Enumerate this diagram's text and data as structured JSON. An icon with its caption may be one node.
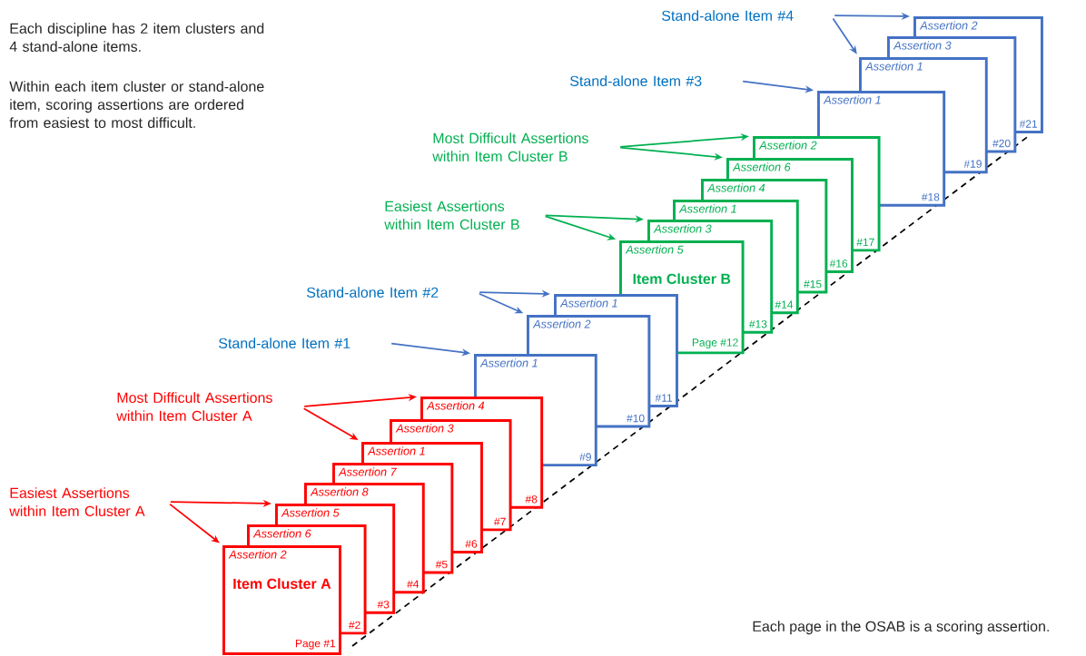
{
  "diagram": {
    "nodes": [
      {
        "text": [
          "Assertion 2",
          "Item Cluster A",
          "Page #1"
        ]
      },
      {
        "text": [
          "Assertion 6",
          "#2"
        ]
      },
      {
        "text": [
          "Assertion 5",
          "#3"
        ]
      },
      {
        "text": [
          "Assertion 8",
          "#4"
        ]
      },
      {
        "text": [
          "Assertion 7",
          "#5"
        ]
      },
      {
        "text": [
          "Assertion 1",
          "#6"
        ]
      },
      {
        "text": [
          "Assertion 3",
          "#7"
        ]
      },
      {
        "text": [
          "Assertion 4",
          "#8"
        ]
      },
      {
        "text": [
          "Assertion 1",
          "#9"
        ]
      },
      {
        "text": [
          "Assertion 2",
          "#10"
        ]
      },
      {
        "text": [
          "Assertion 1",
          "#11"
        ]
      },
      {
        "text": [
          "Assertion 5",
          "Item Cluster B",
          "Page #12"
        ]
      },
      {
        "text": [
          "Assertion 3",
          "#13"
        ]
      },
      {
        "text": [
          "Assertion 1",
          "#14"
        ]
      },
      {
        "text": [
          "Assertion 4",
          "#15"
        ]
      },
      {
        "text": [
          "Assertion 6",
          "#16"
        ]
      },
      {
        "text": [
          "Assertion 2",
          "#17"
        ]
      },
      {
        "text": [
          "Assertion 1",
          "#18"
        ]
      },
      {
        "text": [
          "Assertion 1",
          "#19"
        ]
      },
      {
        "text": [
          "Assertion 3",
          "#20"
        ]
      },
      {
        "text": [
          "Assertion 2",
          "#21"
        ]
      },
      {
        "text": [
          "Easiest Assertions within Item Cluster A"
        ]
      },
      {
        "text": [
          "Most Difficult Assertions within Item Cluster A"
        ]
      },
      {
        "text": [
          "Stand-alone Item #1"
        ]
      },
      {
        "text": [
          "Stand-alone Item #2"
        ]
      },
      {
        "text": [
          "Easiest Assertions within Item Cluster B"
        ]
      },
      {
        "text": [
          "Most Difficult Assertions within Item Cluster B"
        ]
      },
      {
        "text": [
          "Stand-alone Item #3"
        ]
      },
      {
        "text": [
          "Stand-alone Item #4"
        ]
      }
    ],
    "edges": [
      {
        "from": 21,
        "to": 2,
        "arrow": "to",
        "color": "#ff0000"
      },
      {
        "from": 21,
        "to": 0,
        "arrow": "to",
        "color": "#ff0000"
      },
      {
        "from": 22,
        "to": 7,
        "arrow": "to",
        "color": "#ff0000"
      },
      {
        "from": 22,
        "to": 5,
        "arrow": "to",
        "color": "#ff0000"
      },
      {
        "from": 23,
        "to": 8,
        "arrow": "to"
      },
      {
        "from": 24,
        "to": 10,
        "arrow": "to"
      },
      {
        "from": 24,
        "to": 9,
        "arrow": "to"
      },
      {
        "from": 25,
        "to": 12,
        "arrow": "to",
        "color": "#00b050"
      },
      {
        "from": 25,
        "to": 11,
        "arrow": "to",
        "color": "#00b050"
      },
      {
        "from": 26,
        "to": 16,
        "arrow": "to",
        "color": "#00b050"
      },
      {
        "from": 26,
        "to": 15,
        "arrow": "to",
        "color": "#00b050"
      },
      {
        "from": 27,
        "to": 17,
        "arrow": "to"
      },
      {
        "from": 28,
        "to": 20,
        "arrow": "to"
      },
      {
        "from": 28,
        "to": 18,
        "arrow": "to"
      }
    ],
    "labels": [
      "Each discipline has 2 item clusters and 4 stand-alone items.",
      "Within each item cluster or stand-alone item, scoring assertions are ordered from easiest to most difficult.",
      "Each page in the OSAB is a scoring assertion."
    ]
  }
}
